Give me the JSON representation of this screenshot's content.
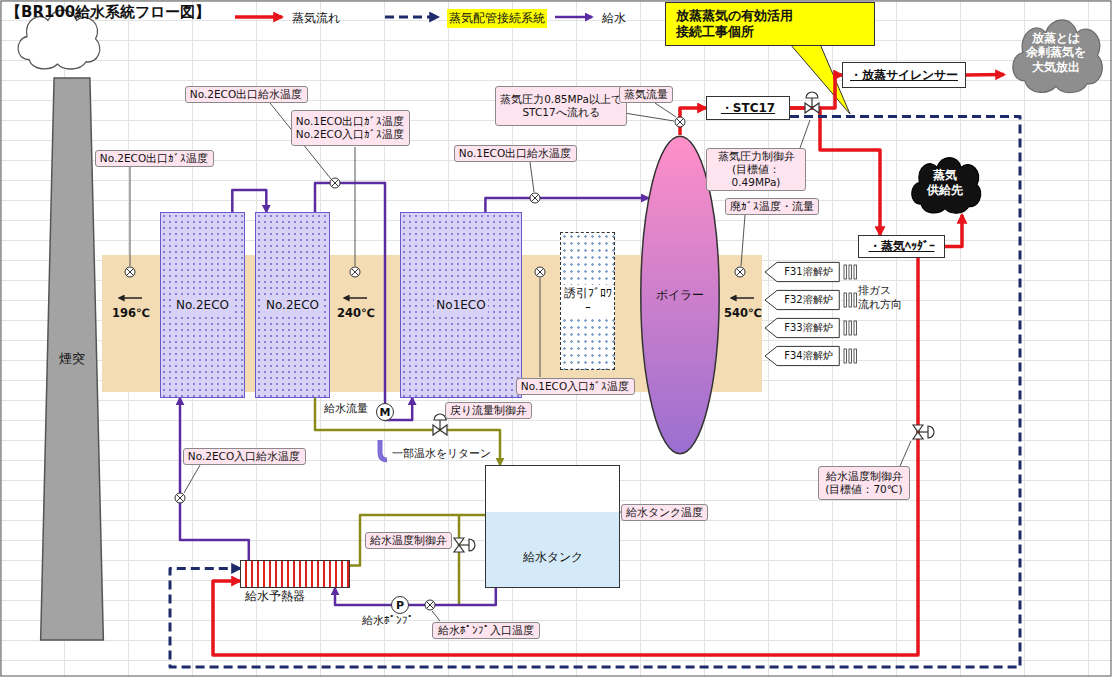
{
  "diagram": {
    "title": "【BR100給水系統フロー図】",
    "nodes": [
      {
        "text": [
          "煙突"
        ]
      },
      {
        "text": [
          "No.2ECO"
        ]
      },
      {
        "text": [
          "No.2ECO"
        ]
      },
      {
        "text": [
          "No1ECO"
        ]
      },
      {
        "text": [
          "誘引ﾌﾞﾛﾜｰ"
        ]
      },
      {
        "text": [
          "ボイラー"
        ]
      },
      {
        "text": [
          "・STC17"
        ]
      },
      {
        "text": [
          "・放蒸サイレンサー"
        ]
      },
      {
        "text": [
          "放蒸とは 余剰蒸気を 大気放出"
        ]
      },
      {
        "text": [
          "・蒸気ﾍｯﾀﾞｰ"
        ]
      },
      {
        "text": [
          "蒸気 供給先"
        ]
      },
      {
        "text": [
          "F31溶解炉"
        ]
      },
      {
        "text": [
          "F32溶解炉"
        ]
      },
      {
        "text": [
          "F33溶解炉"
        ]
      },
      {
        "text": [
          "F34溶解炉"
        ]
      },
      {
        "text": [
          "給水タンク"
        ]
      },
      {
        "text": [
          "給水予熱器"
        ]
      },
      {
        "text": [
          "放蒸蒸気の有効活用 接続工事個所"
        ]
      },
      {
        "text": [
          "No.2ECO出口ｶﾞｽ温度"
        ]
      },
      {
        "text": [
          "No.2ECO出口給水温度"
        ]
      },
      {
        "text": [
          "No.1ECO出口ｶﾞｽ温度 No.2ECO入口ｶﾞｽ温度"
        ]
      },
      {
        "text": [
          "No.1ECO出口給水温度"
        ]
      },
      {
        "text": [
          "蒸気圧力0.85MPa以上で STC17へ流れる"
        ]
      },
      {
        "text": [
          "蒸気流量"
        ]
      },
      {
        "text": [
          "蒸気圧力制御弁 (目標値：0.49MPa)"
        ]
      },
      {
        "text": [
          "廃ｶﾞｽ温度・流量"
        ]
      },
      {
        "text": [
          "No.1ECO入口ｶﾞｽ温度"
        ]
      },
      {
        "text": [
          "戻り流量制御弁"
        ]
      },
      {
        "text": [
          "No.2ECO入口給水温度"
        ]
      },
      {
        "text": [
          "給水温度制御弁"
        ]
      },
      {
        "text": [
          "給水タンク温度"
        ]
      },
      {
        "text": [
          "給水ﾎﾟﾝﾌﾟ入口温度"
        ]
      },
      {
        "text": [
          "給水温度制御弁 (目標値：70℃)"
        ]
      }
    ],
    "edges": [
      {
        "from": 15,
        "to": 16,
        "arrow": "to"
      },
      {
        "from": 16,
        "to": 1,
        "arrow": "to"
      },
      {
        "from": 1,
        "to": 2,
        "arrow": "to"
      },
      {
        "from": 2,
        "to": 3,
        "arrow": "to"
      },
      {
        "from": 3,
        "to": 5,
        "arrow": "to"
      },
      {
        "from": 5,
        "to": 6,
        "arrow": "to"
      },
      {
        "from": 6,
        "to": 7,
        "arrow": "to"
      },
      {
        "from": 7,
        "to": 8,
        "arrow": "to"
      },
      {
        "from": 6,
        "to": 9,
        "arrow": "to"
      },
      {
        "from": 9,
        "to": 10,
        "arrow": "to"
      },
      {
        "from": 9,
        "to": 16,
        "arrow": "to"
      },
      {
        "from": 6,
        "to": 16,
        "arrow": "to"
      },
      {
        "from": 2,
        "to": 15,
        "arrow": "to"
      },
      {
        "from": 16,
        "to": 15,
        "arrow": "none"
      }
    ],
    "labels": [
      "196℃",
      "240℃",
      "540℃",
      "排ガス 流れ方向",
      "給水流量",
      "M",
      "一部温水をリターン",
      "P",
      "給水ﾎﾟﾝﾌﾟ"
    ],
    "legend": [
      {
        "text": "蒸気流れ"
      },
      {
        "text": "蒸気配管接続系統"
      },
      {
        "text": "給水"
      }
    ]
  }
}
